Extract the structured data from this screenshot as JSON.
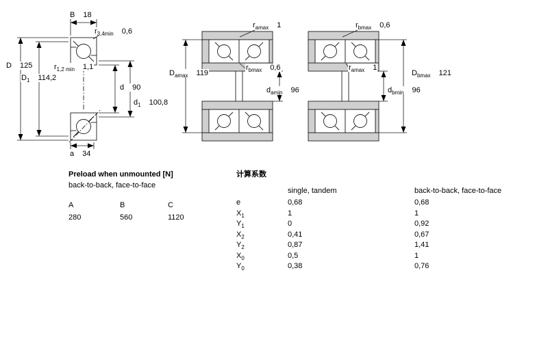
{
  "drawing": {
    "bearing_section": {
      "dims": [
        {
          "base": "B",
          "sub": "",
          "value": "18"
        },
        {
          "base": "r",
          "sub": "3,4min",
          "value": "0,6"
        },
        {
          "base": "D",
          "sub": "",
          "value": "125"
        },
        {
          "base": "r",
          "sub": "1,2 min",
          "value": "1,1"
        },
        {
          "base": "D",
          "sub": "1",
          "value": "114,2"
        },
        {
          "base": "d",
          "sub": "",
          "value": "90"
        },
        {
          "base": "d",
          "sub": "1",
          "value": "100,8"
        },
        {
          "base": "a",
          "sub": "",
          "value": "34"
        }
      ]
    },
    "arrangement_a": {
      "dims": [
        {
          "base": "r",
          "sub": "amax",
          "value": "1"
        },
        {
          "base": "D",
          "sub": "amax",
          "value": "119"
        },
        {
          "base": "r",
          "sub": "bmax",
          "value": "0,6"
        },
        {
          "base": "d",
          "sub": "amin",
          "value": "96"
        }
      ]
    },
    "arrangement_b": {
      "dims": [
        {
          "base": "r",
          "sub": "bmax",
          "value": "0,6"
        },
        {
          "base": "r",
          "sub": "amax",
          "value": "1"
        },
        {
          "base": "D",
          "sub": "bmax",
          "value": "121"
        },
        {
          "base": "d",
          "sub": "bmin",
          "value": "96"
        }
      ]
    }
  },
  "preload_table": {
    "title": "Preload when unmounted [N]",
    "subtitle": "back-to-back, face-to-face",
    "columns": [
      "A",
      "B",
      "C"
    ],
    "values": [
      "280",
      "560",
      "1120"
    ]
  },
  "factors_table": {
    "title": "计算系数",
    "col1": "single, tandem",
    "col2": "back-to-back, face-to-face",
    "rows": [
      {
        "base": "e",
        "sub": "",
        "v1": "0,68",
        "v2": "0,68"
      },
      {
        "base": "X",
        "sub": "1",
        "v1": "1",
        "v2": "1"
      },
      {
        "base": "Y",
        "sub": "1",
        "v1": "0",
        "v2": "0,92"
      },
      {
        "base": "X",
        "sub": "2",
        "v1": "0,41",
        "v2": "0,67"
      },
      {
        "base": "Y",
        "sub": "2",
        "v1": "0,87",
        "v2": "1,41"
      },
      {
        "base": "X",
        "sub": "0",
        "v1": "0,5",
        "v2": "1"
      },
      {
        "base": "Y",
        "sub": "0",
        "v1": "0,38",
        "v2": "0,76"
      }
    ]
  }
}
